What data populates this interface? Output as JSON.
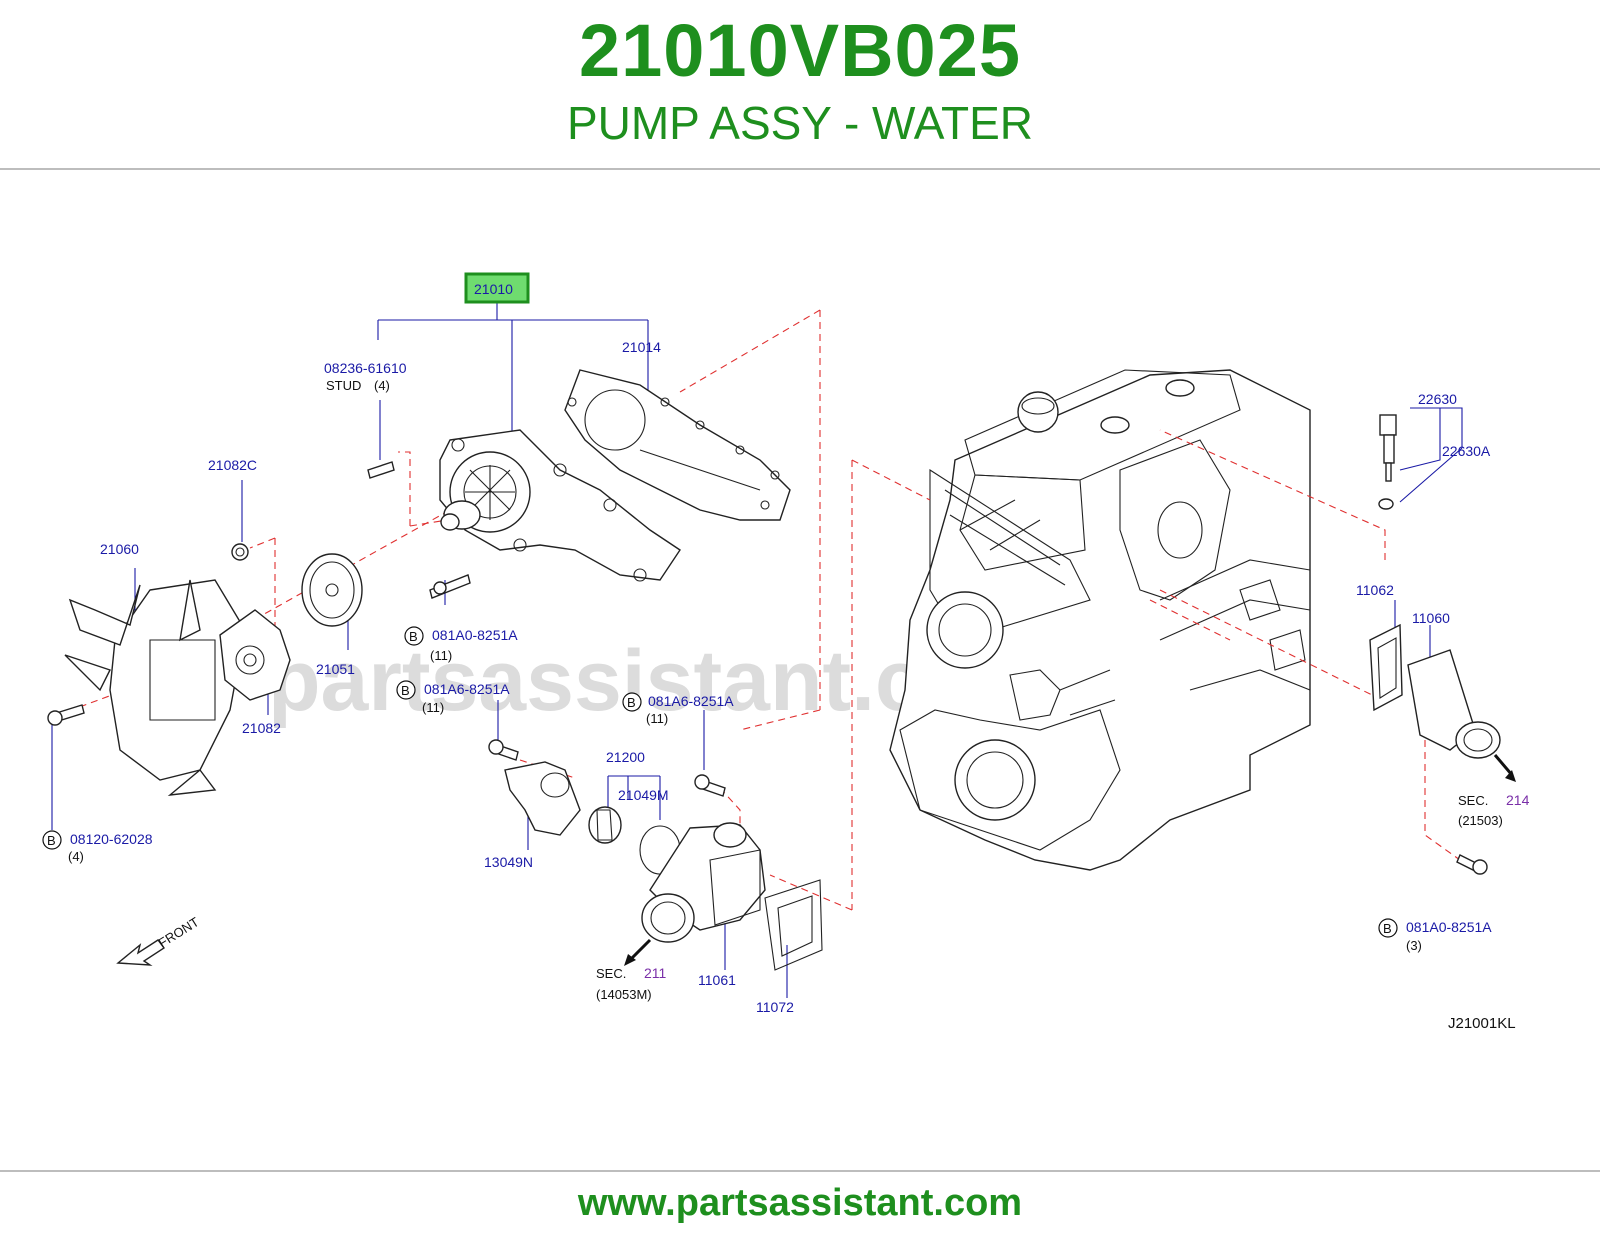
{
  "header": {
    "part_number": "21010VB025",
    "description": "PUMP ASSY - WATER"
  },
  "footer": {
    "url": "www.partsassistant.com"
  },
  "watermark": "partsassistant.com",
  "diagram": {
    "code": "J21001KL",
    "front_label": "FRONT",
    "highlight_label": "21010",
    "labels": {
      "p21014": "21014",
      "p08236": "08236-61610",
      "stud": "STUD",
      "stud_qty": "(4)",
      "p21082C": "21082C",
      "p21060": "21060",
      "p21051": "21051",
      "p21082": "21082",
      "b_081A0_a": "081A0-8251A",
      "b_081A0_a_qty": "(11)",
      "b_081A6_a": "081A6-8251A",
      "b_081A6_a_qty": "(11)",
      "b_081A6_b": "081A6-8251A",
      "b_081A6_b_qty": "(11)",
      "b_08120": "08120-62028",
      "b_08120_qty": "(4)",
      "p21200": "21200",
      "p21049M": "21049M",
      "p13049N": "13049N",
      "sec211": "SEC.",
      "sec211_num": "211",
      "sec211_ref": "(14053M)",
      "p11061": "11061",
      "p11072": "11072",
      "p22630": "22630",
      "p22630A": "22630A",
      "p11062": "11062",
      "p11060": "11060",
      "sec214": "SEC.",
      "sec214_num": "214",
      "sec214_ref": "(21503)",
      "b_081A0_b": "081A0-8251A",
      "b_081A0_b_qty": "(3)",
      "b_symbol": "B"
    }
  },
  "colors": {
    "brand_green": "#1e8f1e",
    "label_blue": "#1a1aa6",
    "section_purple": "#7a2fa8",
    "dash_red": "#e03030",
    "highlight_fill": "#6fdc6f"
  }
}
